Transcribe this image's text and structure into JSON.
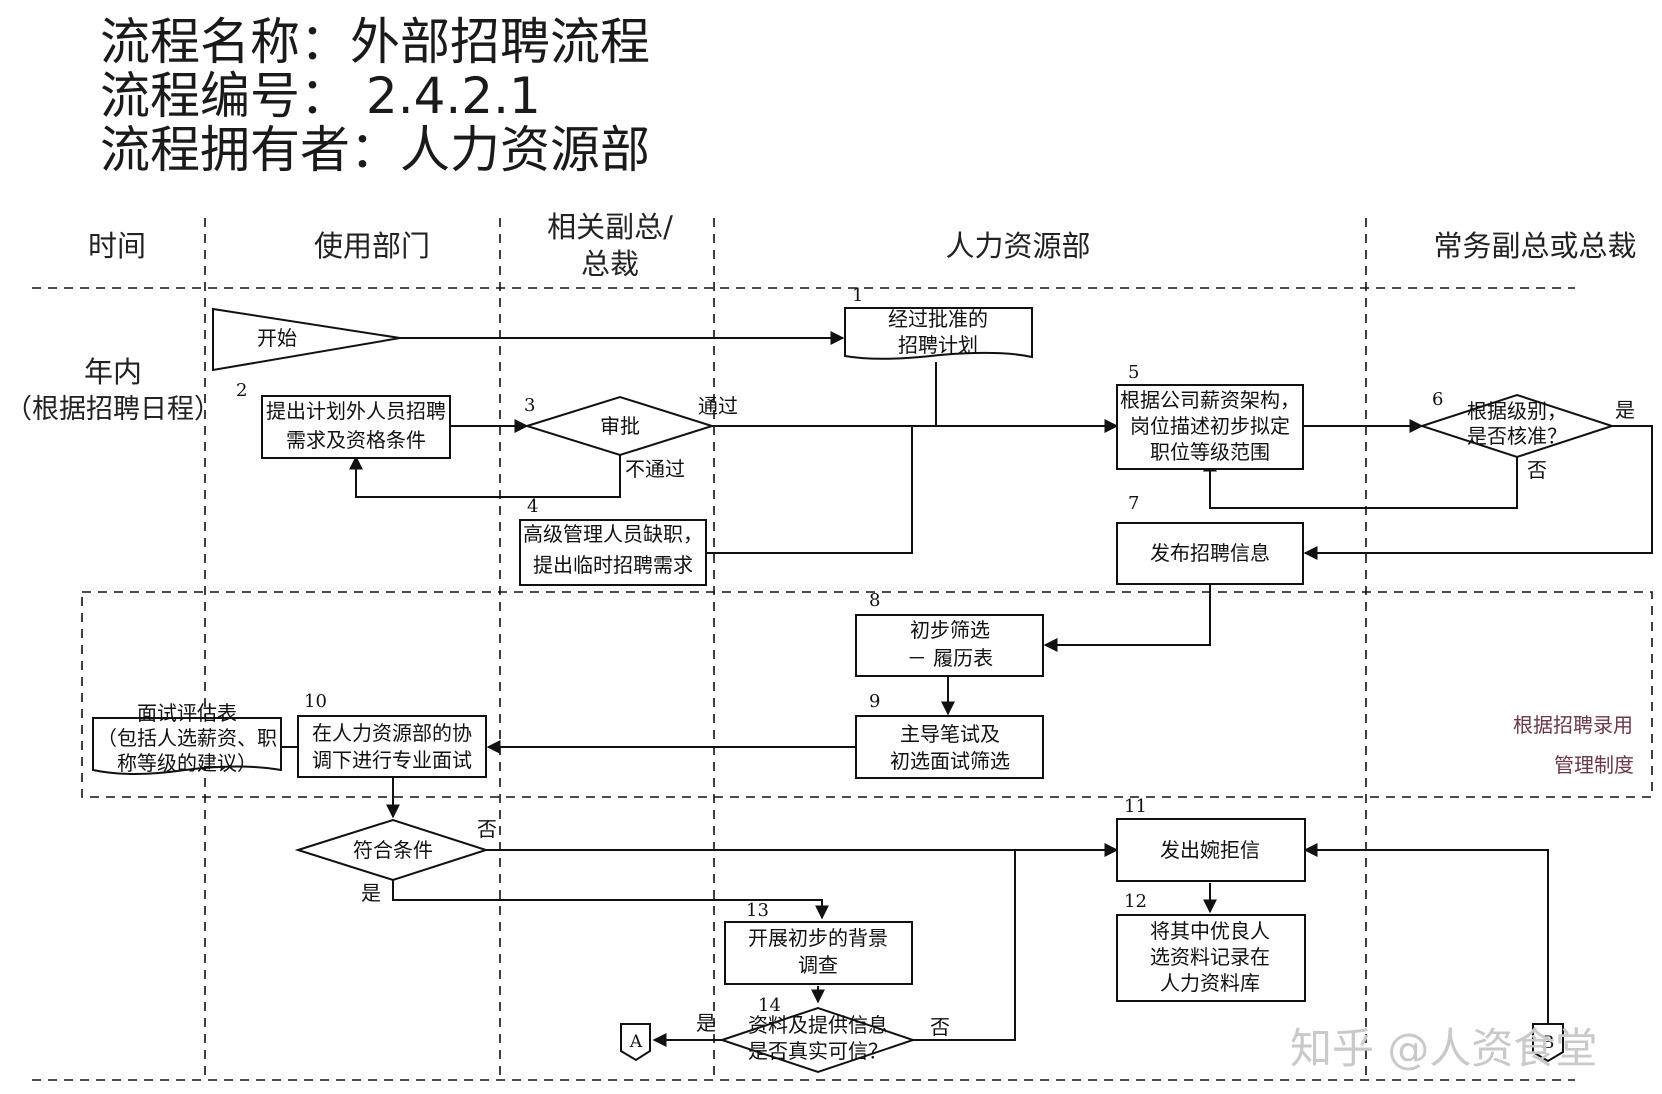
{
  "header": {
    "name_line": "流程名称：外部招聘流程",
    "code_line": "流程编号： 2.4.2.1",
    "owner_line": "流程拥有者：人力资源部"
  },
  "lanes": {
    "time": "时间",
    "dept": "使用部门",
    "vp_line1": "相关副总/",
    "vp_line2": "总裁",
    "hr": "人力资源部",
    "ceo": "常务副总或总裁"
  },
  "time_label": {
    "line1": "年内",
    "line2": "（根据招聘日程）"
  },
  "nodes": {
    "start": "开始",
    "n1_line1": "经过批准的",
    "n1_line2": "招聘计划",
    "n2_line1": "提出计划外人员招聘",
    "n2_line2": "需求及资格条件",
    "n3": "审批",
    "n4_line1": "高级管理人员缺职，",
    "n4_line2": "提出临时招聘需求",
    "n5_line1": "根据公司薪资架构，",
    "n5_line2": "岗位描述初步拟定",
    "n5_line3": "职位等级范围",
    "n6_line1": "根据级别，",
    "n6_line2": "是否核准？",
    "n7": "发布招聘信息",
    "n8_line1": "初步筛选",
    "n8_line2": "－ 履历表",
    "n9_line1": "主导笔试及",
    "n9_line2": "初选面试筛选",
    "n10_line1": "在人力资源部的协",
    "n10_line2": "调下进行专业面试",
    "form_line1": "面试评估表",
    "form_line2": "（包括人选薪资、职",
    "form_line3": "称等级的建议）",
    "cond": "符合条件",
    "n11": "发出婉拒信",
    "n12_line1": "将其中优良人",
    "n12_line2": "选资料记录在",
    "n12_line3": "人力资料库",
    "n13_line1": "开展初步的背景",
    "n13_line2": "调查",
    "n14_line1": "资料及提供信息",
    "n14_line2": "是否真实可信？",
    "conn_a": "A",
    "conn_b": "B"
  },
  "numbers": {
    "s1": "1",
    "s2": "2",
    "s3": "3",
    "s4": "4",
    "s5": "5",
    "s6": "6",
    "s7": "7",
    "s8": "8",
    "s9": "9",
    "s10": "10",
    "s11": "11",
    "s12": "12",
    "s13": "13",
    "s14": "14"
  },
  "edge_labels": {
    "pass": "通过",
    "fail": "不通过",
    "yes": "是",
    "no": "否"
  },
  "note": {
    "line1": "根据招聘录用",
    "line2": "管理制度"
  },
  "watermark": "知乎 @人资食堂"
}
